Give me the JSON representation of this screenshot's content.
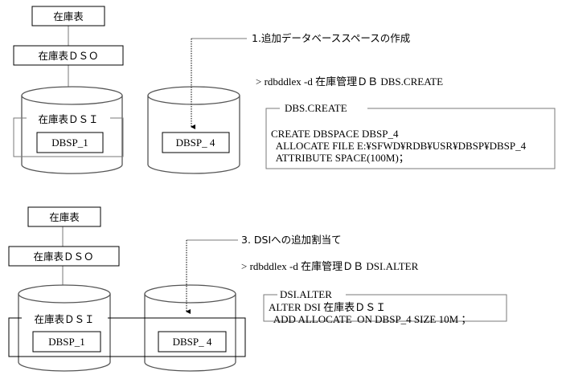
{
  "panels": [
    {
      "table_label": "在庫表",
      "dso_label": "在庫表ＤＳＯ",
      "dsi_label": "在庫表ＤＳＩ",
      "space1_label": "DBSP_1",
      "space2_label": "DBSP_ 4",
      "step_label": "1.追加データベーススペースの作成",
      "command": "> rdbddlex  -d  在庫管理ＤＢ DBS.CREATE",
      "file_box_title": "DBS.CREATE",
      "file_lines": [
        "CREATE DBSPACE DBSP_4",
        "  ALLOCATE FILE E:¥SFWD¥RDB¥USR¥DBSP¥DBSP_4",
        "  ATTRIBUTE SPACE(100M)；"
      ]
    },
    {
      "table_label": "在庫表",
      "dso_label": "在庫表ＤＳＯ",
      "dsi_label": "在庫表ＤＳＩ",
      "space1_label": "DBSP_1",
      "space2_label": "DBSP_ 4",
      "step_label": "3. DSIへの追加割当て",
      "command": "> rdbddlex  -d  在庫管理ＤＢ DSI.ALTER",
      "file_box_title": "DSI.ALTER",
      "file_lines": [
        "ALTER DSI 在庫表ＤＳＩ",
        "  ADD ALLOCATE  ON DBSP_4 SIZE 10M ；"
      ]
    }
  ]
}
